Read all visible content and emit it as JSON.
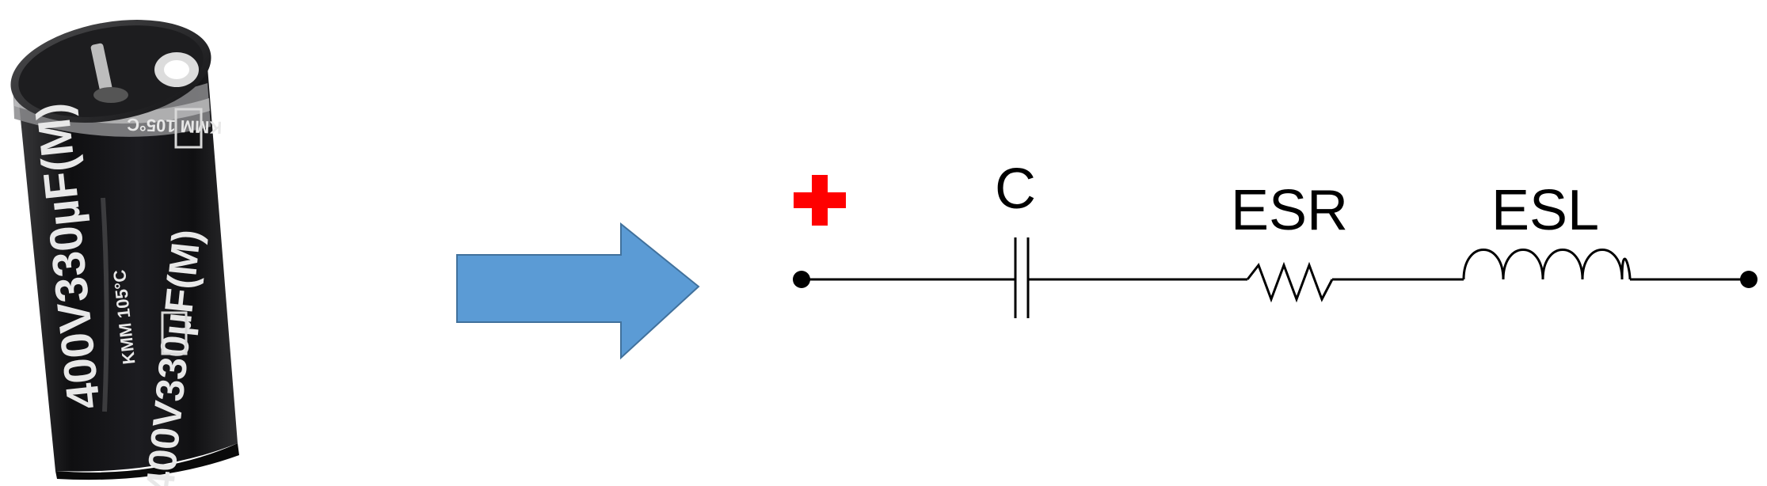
{
  "capacitor_photo": {
    "marking_lines": [
      "400V330µF(M)",
      "KMM 105°C",
      "400V330µF(M)",
      "KMM 105°C"
    ],
    "body_color": "#1a1a1c",
    "sleeve_band_color": "#9a9a9a"
  },
  "arrow": {
    "color": "#5b9bd5",
    "edge_color": "#41719c"
  },
  "circuit": {
    "polarity_symbol": "+",
    "polarity_color": "#ff0000",
    "components": [
      {
        "kind": "capacitor",
        "label": "C"
      },
      {
        "kind": "resistor",
        "label": "ESR"
      },
      {
        "kind": "inductor",
        "label": "ESL"
      }
    ]
  }
}
